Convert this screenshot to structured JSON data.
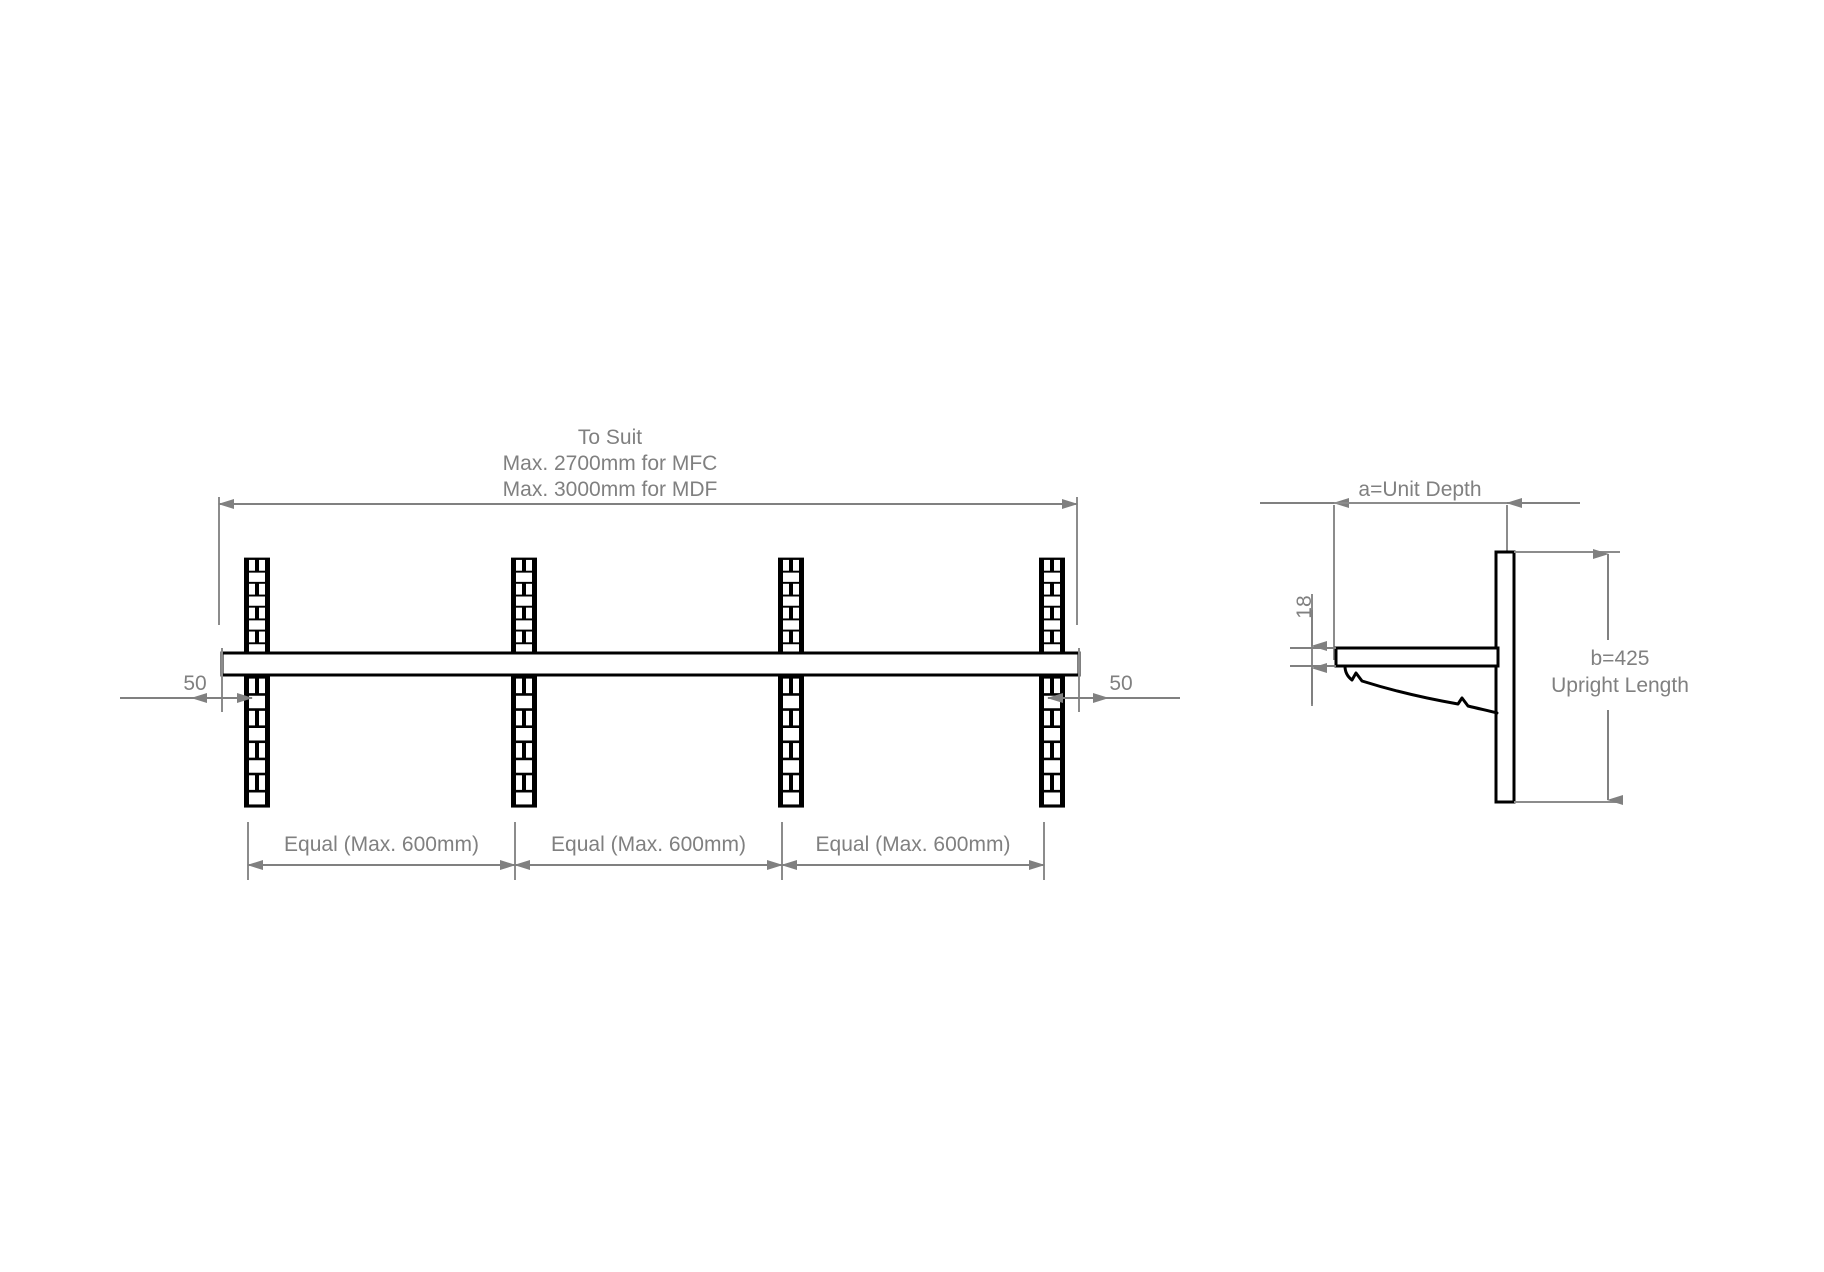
{
  "drawing": {
    "title_block": {
      "top_label_lines": [
        "To Suit",
        "Max. 2700mm for MFC",
        "Max. 3000mm for MDF"
      ]
    },
    "front_view": {
      "overall_dimension_label": "To Suit",
      "left_offset_label": "50",
      "right_offset_label": "50",
      "bay_labels": [
        "Equal (Max. 600mm)",
        "Equal (Max. 600mm)",
        "Equal (Max. 600mm)"
      ],
      "upright_count": 4
    },
    "side_view": {
      "depth_label": "a=Unit Depth",
      "shelf_thickness_label": "18",
      "upright_length_label_line1": "b=425",
      "upright_length_label_line2": "Upright Length"
    },
    "colors": {
      "dimension_gray": "#808080",
      "part_black": "#000000",
      "background": "#ffffff"
    }
  }
}
